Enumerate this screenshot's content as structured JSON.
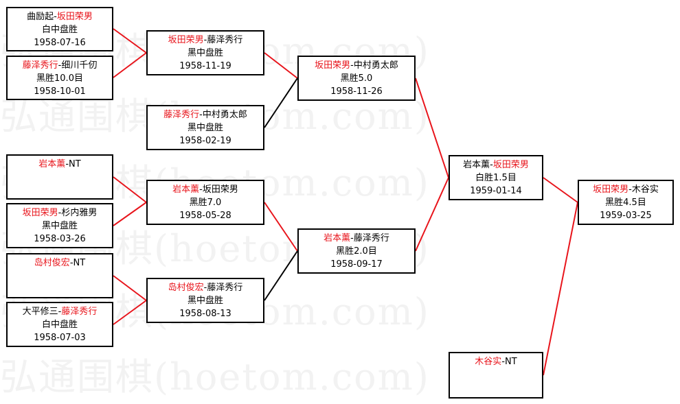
{
  "watermark": {
    "text": "弘通围棋(hoetom.com)"
  },
  "colors": {
    "winner": "#e8141b",
    "text": "#000000",
    "border": "#000000",
    "line_red": "#e8141b",
    "line_black": "#000000"
  },
  "matches": [
    {
      "id": "m1",
      "p1": "曲励起",
      "p2": "坂田荣男",
      "winner": 2,
      "result": "白中盘胜",
      "date": "1958-07-16"
    },
    {
      "id": "m2",
      "p1": "藤泽秀行",
      "p2": "细川千仞",
      "winner": 1,
      "result": "黑胜10.0目",
      "date": "1958-10-01"
    },
    {
      "id": "m3",
      "p1": "坂田荣男",
      "p2": "藤泽秀行",
      "winner": 1,
      "result": "黑中盘胜",
      "date": "1958-11-19"
    },
    {
      "id": "m4",
      "p1": "藤泽秀行",
      "p2": "中村勇太郎",
      "winner": 1,
      "result": "黑中盘胜",
      "date": "1958-02-19"
    },
    {
      "id": "m5",
      "p1": "坂田荣男",
      "p2": "中村勇太郎",
      "winner": 1,
      "result": "黑胜5.0",
      "date": "1958-11-26"
    },
    {
      "id": "m6",
      "p1": "岩本薰",
      "p2": "NT",
      "winner": 1,
      "result": "",
      "date": ""
    },
    {
      "id": "m7",
      "p1": "坂田荣男",
      "p2": "杉内雅男",
      "winner": 1,
      "result": "黑中盘胜",
      "date": "1958-03-26"
    },
    {
      "id": "m8",
      "p1": "岩本薰",
      "p2": "坂田荣男",
      "winner": 1,
      "result": "黑胜7.0",
      "date": "1958-05-28"
    },
    {
      "id": "m9",
      "p1": "岛村俊宏",
      "p2": "NT",
      "winner": 1,
      "result": "",
      "date": ""
    },
    {
      "id": "m10",
      "p1": "大平修三",
      "p2": "藤泽秀行",
      "winner": 2,
      "result": "白中盘胜",
      "date": "1958-07-03"
    },
    {
      "id": "m11",
      "p1": "岛村俊宏",
      "p2": "藤泽秀行",
      "winner": 1,
      "result": "黑中盘胜",
      "date": "1958-08-13"
    },
    {
      "id": "m12",
      "p1": "岩本薰",
      "p2": "藤泽秀行",
      "winner": 1,
      "result": "黑胜2.0目",
      "date": "1958-09-17"
    },
    {
      "id": "m13",
      "p1": "岩本薰",
      "p2": "坂田荣男",
      "winner": 2,
      "result": "白胜1.5目",
      "date": "1959-01-14"
    },
    {
      "id": "m14",
      "p1": "木谷实",
      "p2": "NT",
      "winner": 1,
      "result": "",
      "date": ""
    },
    {
      "id": "m15",
      "p1": "坂田荣男",
      "p2": "木谷实",
      "winner": 1,
      "result": "黑胜4.5目",
      "date": "1959-03-25"
    }
  ]
}
